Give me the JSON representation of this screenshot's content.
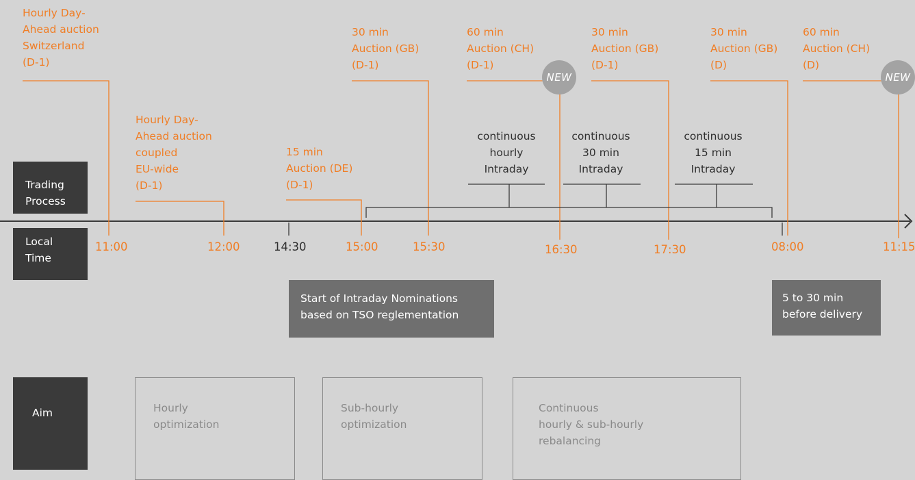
{
  "sidebar": {
    "trading_label": [
      "Trading",
      "Process"
    ],
    "time_label": [
      "Local",
      "Time"
    ],
    "aim_label": "Aim"
  },
  "auctions": [
    {
      "lines": [
        "Hourly Day-",
        "Ahead auction",
        "Switzerland",
        "(D-1)"
      ],
      "time": "11:00"
    },
    {
      "lines": [
        "Hourly Day-",
        "Ahead auction",
        "coupled",
        "EU-wide",
        "(D-1)"
      ],
      "time": "12:00"
    },
    {
      "lines": [],
      "time": "14:30"
    },
    {
      "lines": [
        "15 min",
        "Auction (DE)",
        "(D-1)"
      ],
      "time": "15:00"
    },
    {
      "lines": [
        "30 min",
        "Auction (GB)",
        "(D-1)"
      ],
      "time": "15:30"
    },
    {
      "lines": [
        "60 min",
        "Auction (CH)",
        "(D-1)"
      ],
      "time": "16:30",
      "badge": "NEW"
    },
    {
      "lines": [
        "30 min",
        "Auction (GB)",
        "(D-1)"
      ],
      "time": "17:30"
    },
    {
      "lines": [
        "30 min",
        "Auction (GB)",
        "(D)"
      ],
      "time": "08:00"
    },
    {
      "lines": [
        "60 min",
        "Auction (CH)",
        "(D)"
      ],
      "time": "11:15",
      "badge": "NEW"
    }
  ],
  "continuous": [
    {
      "lines": [
        "continuous",
        "hourly",
        "Intraday"
      ]
    },
    {
      "lines": [
        "continuous",
        "30 min",
        "Intraday"
      ]
    },
    {
      "lines": [
        "continuous",
        "15 min",
        "Intraday"
      ]
    }
  ],
  "notes": {
    "nominations": [
      "Start of Intraday Nominations",
      "based on TSO reglementation"
    ],
    "delivery": [
      "5 to 30 min",
      "before delivery"
    ]
  },
  "aims": [
    {
      "lines": [
        "Hourly",
        "optimization"
      ]
    },
    {
      "lines": [
        "Sub-hourly",
        "optimization"
      ]
    },
    {
      "lines": [
        "Continuous",
        "hourly & sub-hourly",
        "rebalancing"
      ]
    }
  ],
  "colors": {
    "accent": "#f07e26",
    "background": "#d4d4d4",
    "dark_box": "#3a3a3a",
    "note_box": "#6f6f6f",
    "badge": "#a3a3a3"
  }
}
